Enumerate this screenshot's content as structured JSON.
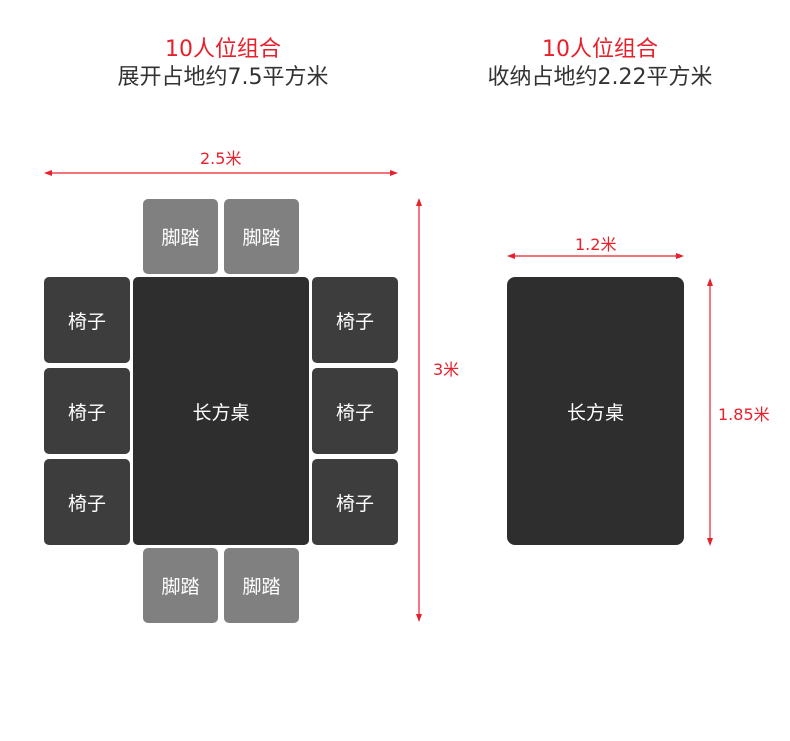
{
  "left": {
    "title": "10人位组合",
    "subtitle": "展开占地约7.5平方米",
    "width_label": "2.5米",
    "height_label": "3米",
    "table_label": "长方桌",
    "chair_label": "椅子",
    "stool_label": "脚踏"
  },
  "right": {
    "title": "10人位组合",
    "subtitle": "收纳占地约2.22平方米",
    "width_label": "1.2米",
    "height_label": "1.85米",
    "table_label": "长方桌"
  },
  "colors": {
    "accent": "#e8202b",
    "table": "#2e2e2e",
    "chair": "#3d3d3d",
    "stool": "#808080"
  }
}
